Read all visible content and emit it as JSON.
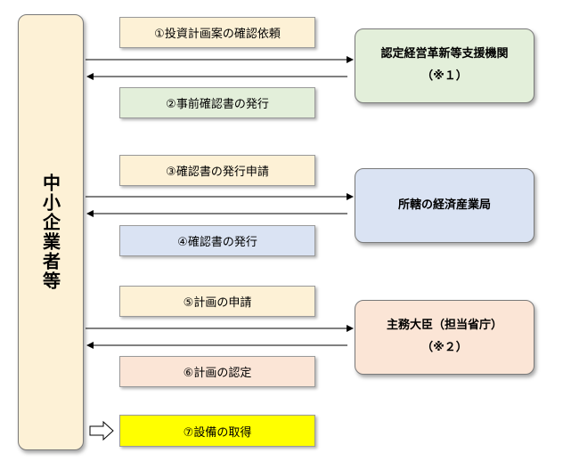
{
  "sme": {
    "label": "中小企業者等"
  },
  "orgs": {
    "certified": {
      "line1": "認定経営革新等支援機関",
      "line2": "（※１）"
    },
    "bureau": {
      "line1": "所轄の経済産業局"
    },
    "minister": {
      "line1": "主務大臣（担当省庁）",
      "line2": "（※２）"
    }
  },
  "steps": {
    "s1": "①投資計画案の確認依頼",
    "s2": "②事前確認書の発行",
    "s3": "③確認書の発行申請",
    "s4": "④確認書の発行",
    "s5": "⑤計画の申請",
    "s6": "⑥計画の認定",
    "s7": "⑦設備の取得"
  },
  "colors": {
    "sme_fill": "#fdf1d6",
    "request_fill": "#fdf1d6",
    "response_certified_fill": "#e3efda",
    "response_bureau_fill": "#dae3f3",
    "response_minister_fill": "#fbe5d6",
    "acquisition_fill": "#ffff00",
    "certified_org_fill": "#e3efda",
    "bureau_org_fill": "#dae3f3",
    "minister_org_fill": "#fbe5d6"
  }
}
